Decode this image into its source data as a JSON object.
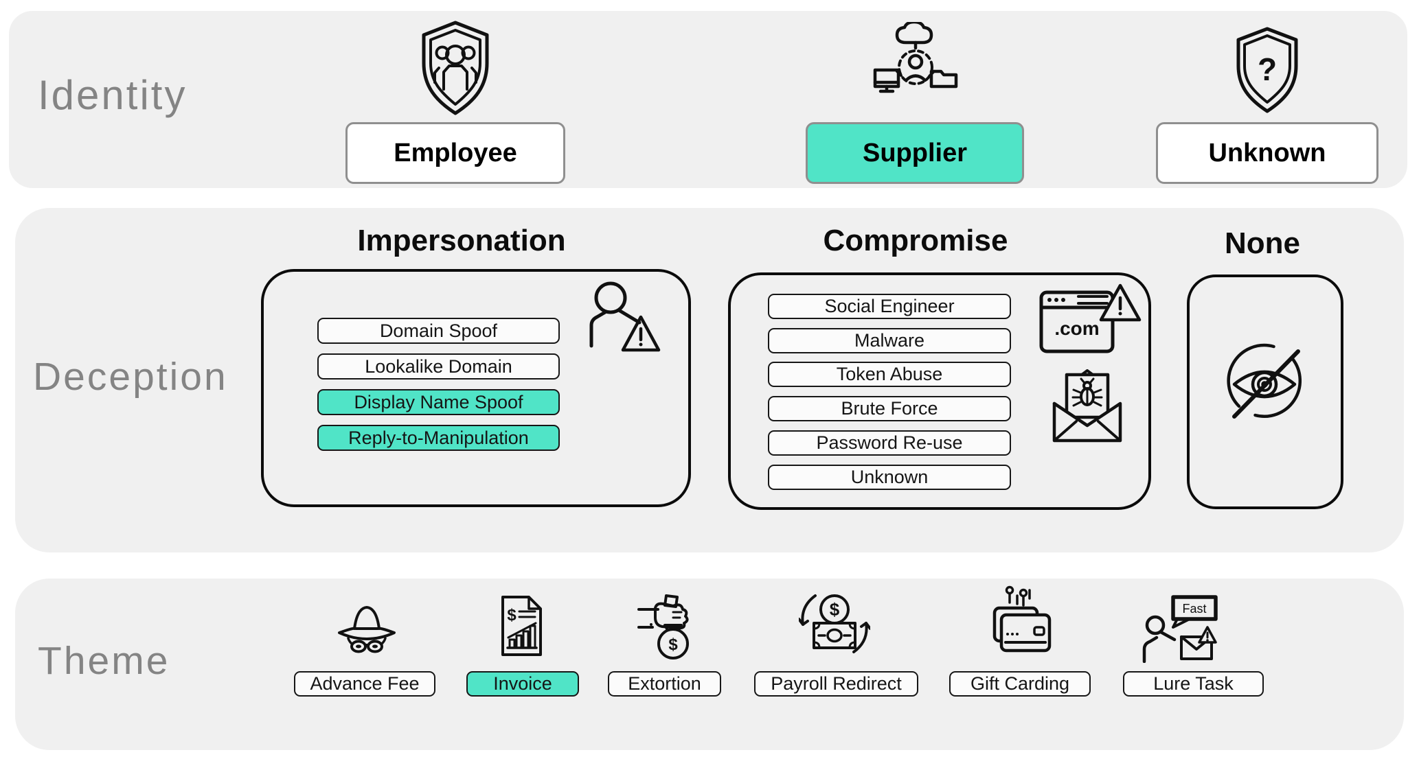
{
  "figure": {
    "name": "BEC attack taxonomy"
  },
  "colors": {
    "highlight_teal": "#50E4C7",
    "band_background": "#F0F0F0",
    "outline_black": "#111111",
    "button_border_gray": "#8F8F8F",
    "band_label_gray": "#848484"
  },
  "bands": {
    "identity": {
      "label": "Identity",
      "options": [
        {
          "label": "Employee",
          "icon": "shield-people-icon",
          "highlighted": false
        },
        {
          "label": "Supplier",
          "icon": "supplier-network-icon",
          "highlighted": true
        },
        {
          "label": "Unknown",
          "icon": "shield-question-icon",
          "highlighted": false
        }
      ]
    },
    "deception": {
      "label": "Deception",
      "groups": [
        {
          "title": "Impersonation",
          "icon": "person-warning-icon",
          "chips": [
            {
              "label": "Domain Spoof",
              "highlighted": false
            },
            {
              "label": "Lookalike Domain",
              "highlighted": false
            },
            {
              "label": "Display Name Spoof",
              "highlighted": true
            },
            {
              "label": "Reply-to-Manipulation",
              "highlighted": true
            }
          ]
        },
        {
          "title": "Compromise",
          "icons": [
            "browser-com-warning-icon",
            "envelope-bug-icon"
          ],
          "chips": [
            {
              "label": "Social Engineer",
              "highlighted": false
            },
            {
              "label": "Malware",
              "highlighted": false
            },
            {
              "label": "Token Abuse",
              "highlighted": false
            },
            {
              "label": "Brute Force",
              "highlighted": false
            },
            {
              "label": "Password Re-use",
              "highlighted": false
            },
            {
              "label": "Unknown",
              "highlighted": false
            }
          ]
        },
        {
          "title": "None",
          "icon": "eye-slash-icon",
          "chips": []
        }
      ]
    },
    "theme": {
      "label": "Theme",
      "options": [
        {
          "label": "Advance Fee",
          "icon": "spy-hat-icon",
          "highlighted": false
        },
        {
          "label": "Invoice",
          "icon": "invoice-document-icon",
          "highlighted": true
        },
        {
          "label": "Extortion",
          "icon": "money-grab-icon",
          "highlighted": false
        },
        {
          "label": "Payroll Redirect",
          "icon": "payroll-cycle-icon",
          "highlighted": false
        },
        {
          "label": "Gift Carding",
          "icon": "gift-card-icon",
          "highlighted": false
        },
        {
          "label": "Lure Task",
          "icon": "lure-task-icon",
          "highlighted": false
        }
      ]
    }
  },
  "icon_texts": {
    "question": "?",
    "com": ".com",
    "fast": "Fast",
    "dollar": "$"
  }
}
